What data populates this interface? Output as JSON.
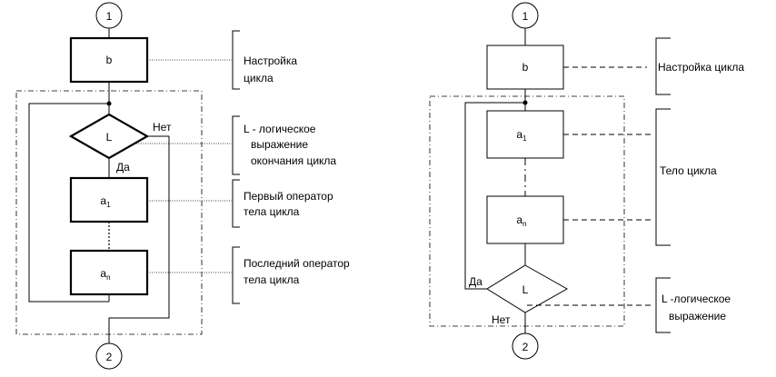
{
  "left": {
    "connector_top": "1",
    "box_b": "b",
    "setup_label": [
      "Настройка",
      "цикла"
    ],
    "condition": "L",
    "no_label": "Нет",
    "yes_label": "Да",
    "condition_label": [
      "L - логическое",
      "выражение",
      "окончания цикла"
    ],
    "box_a1": "a",
    "box_a1_sub": "1",
    "first_op_label": [
      "Первый оператор",
      "тела цикла"
    ],
    "box_an": "a",
    "box_an_sub": "n",
    "last_op_label": [
      "Последний оператор",
      "тела цикла"
    ],
    "connector_bottom": "2"
  },
  "right": {
    "connector_top": "1",
    "box_b": "b",
    "setup_label": "Настройка цикла",
    "box_a1": "a",
    "box_a1_sub": "1",
    "body_label": "Тело цикла",
    "box_an": "a",
    "box_an_sub": "n",
    "condition": "L",
    "yes_label": "Да",
    "no_label": "Нет",
    "condition_label": [
      "L -логическое",
      "выражение"
    ],
    "connector_bottom": "2"
  }
}
